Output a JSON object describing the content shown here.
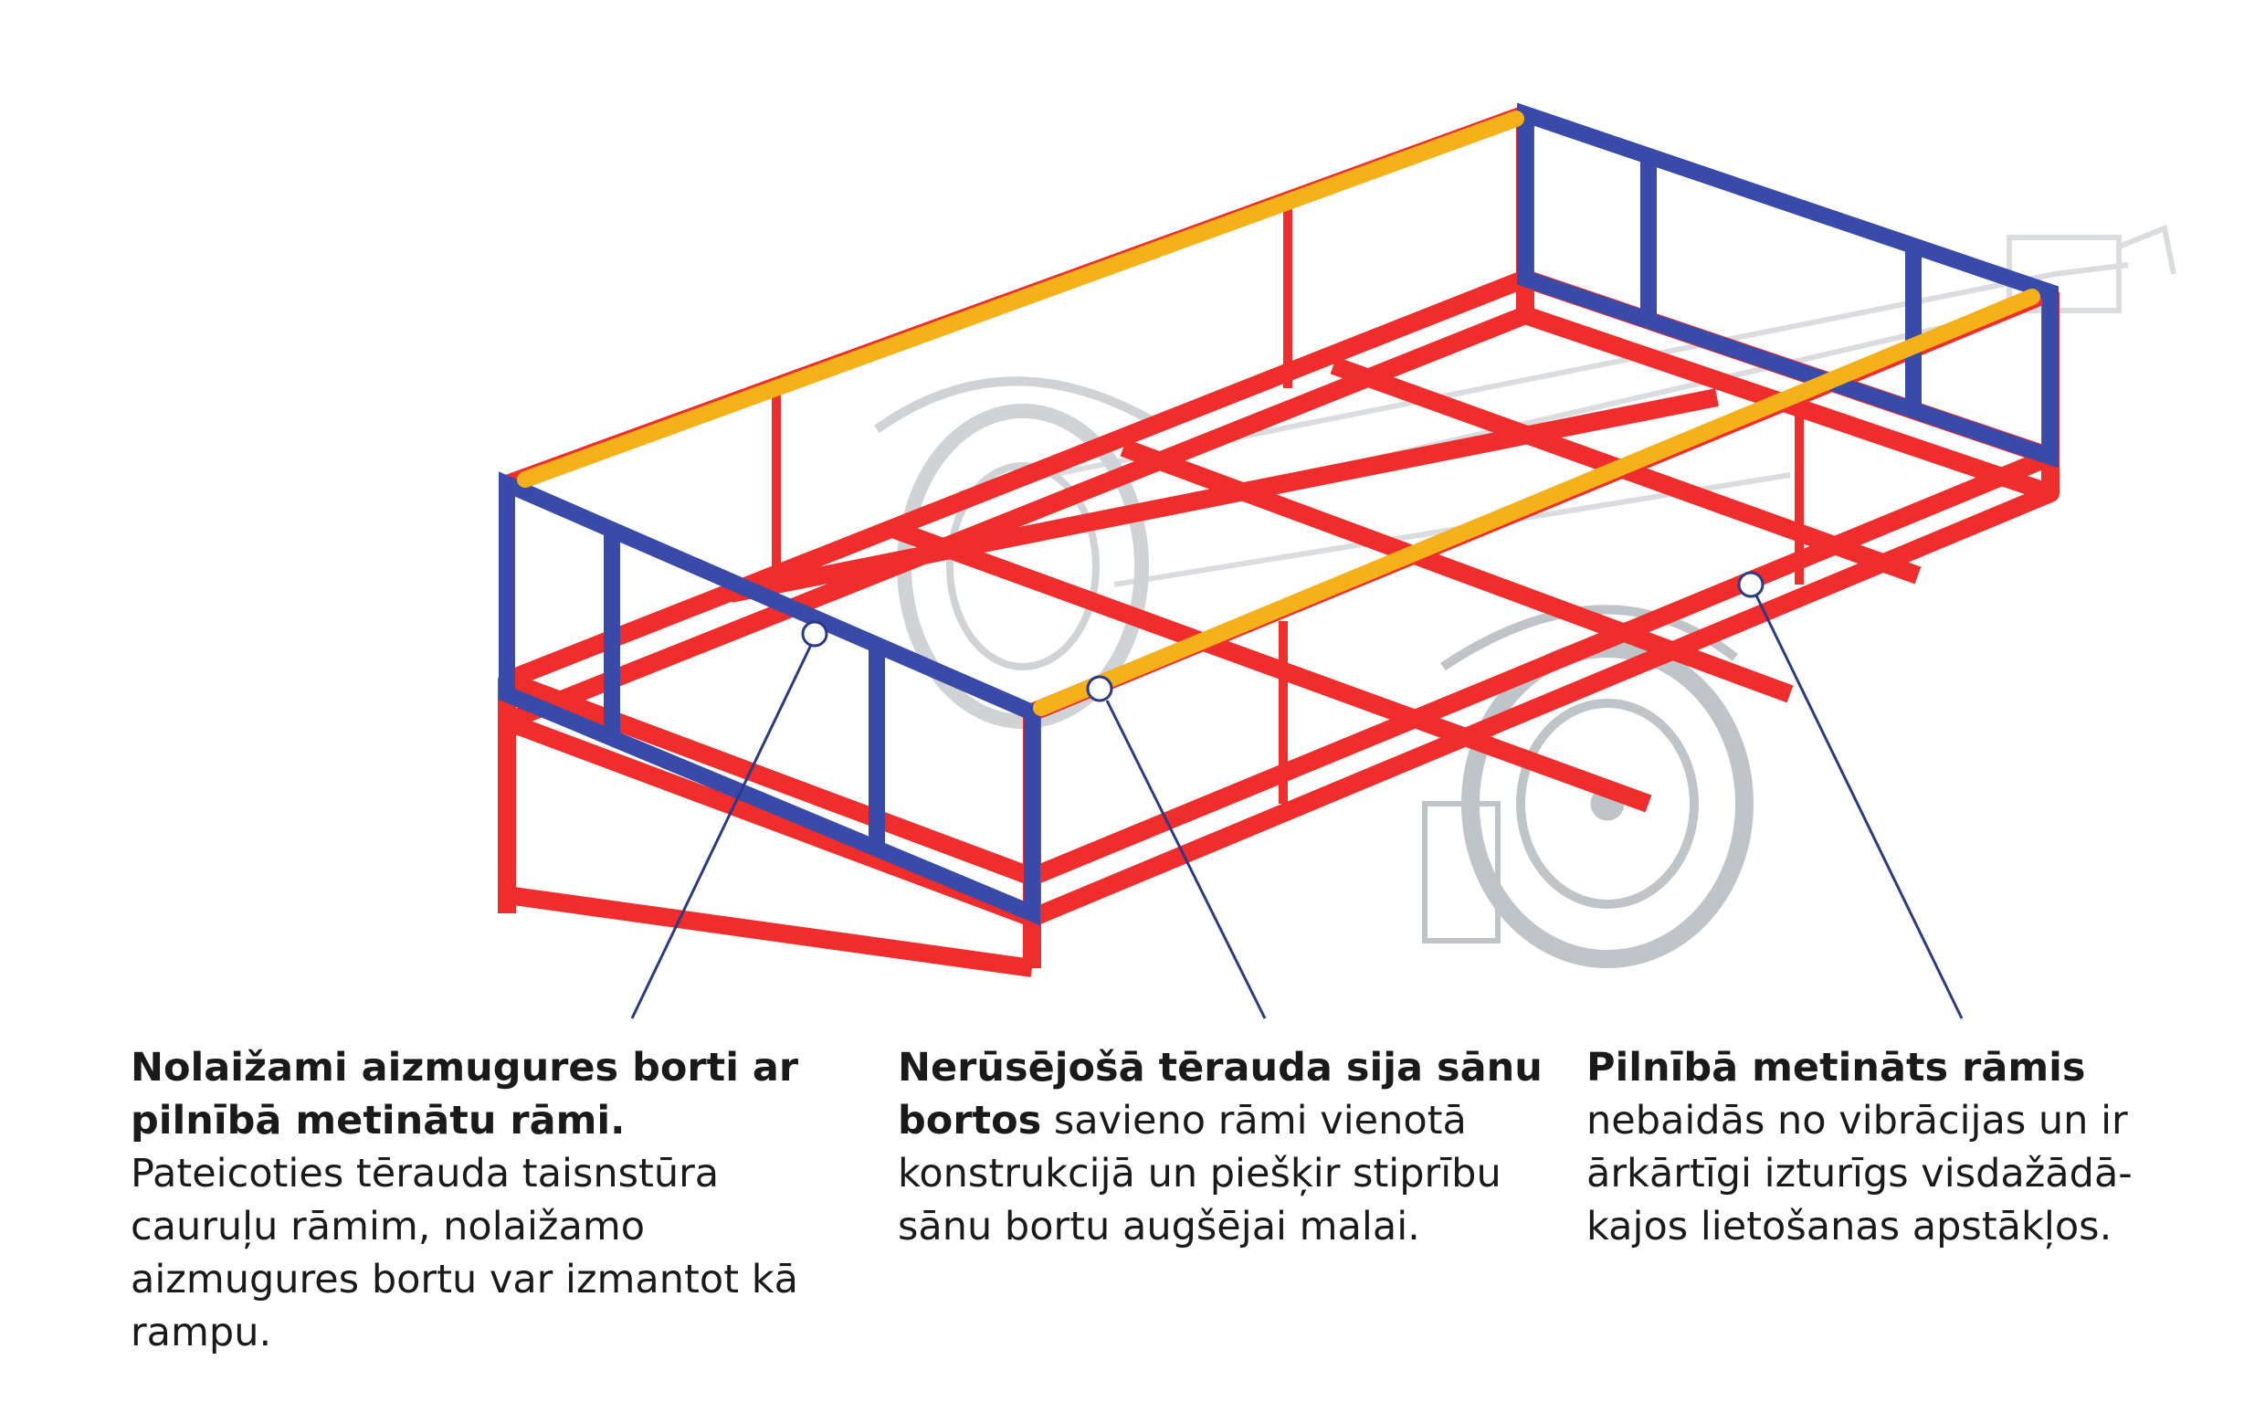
{
  "colors": {
    "frame_red": "#ef2d2d",
    "tailgate_blue": "#3a4aa8",
    "top_rail_yellow": "#f5b11a",
    "leader_line": "#2b3a86",
    "chassis_gray": "#d6d9dc"
  },
  "captions": [
    {
      "bold": "Nolaižami aizmugures borti ar pilnībā metinātu rāmi.",
      "text": " Pateicoties tērauda taisnstūra cauruļu rāmim, nolaižamo aizmugures bortu var izmantot kā rampu."
    },
    {
      "bold": "Nerūsējošā tērauda sija sānu bortos",
      "text": " savieno rāmi vienotā konstrukcijā un piešķir stiprību sānu bortu augšējai malai."
    },
    {
      "bold": "Pilnībā metināts rāmis",
      "text": " nebaidās no vibrācijas un ir ārkārtīgi izturīgs visdažādā-kajos lietošanas apstākļos."
    }
  ]
}
